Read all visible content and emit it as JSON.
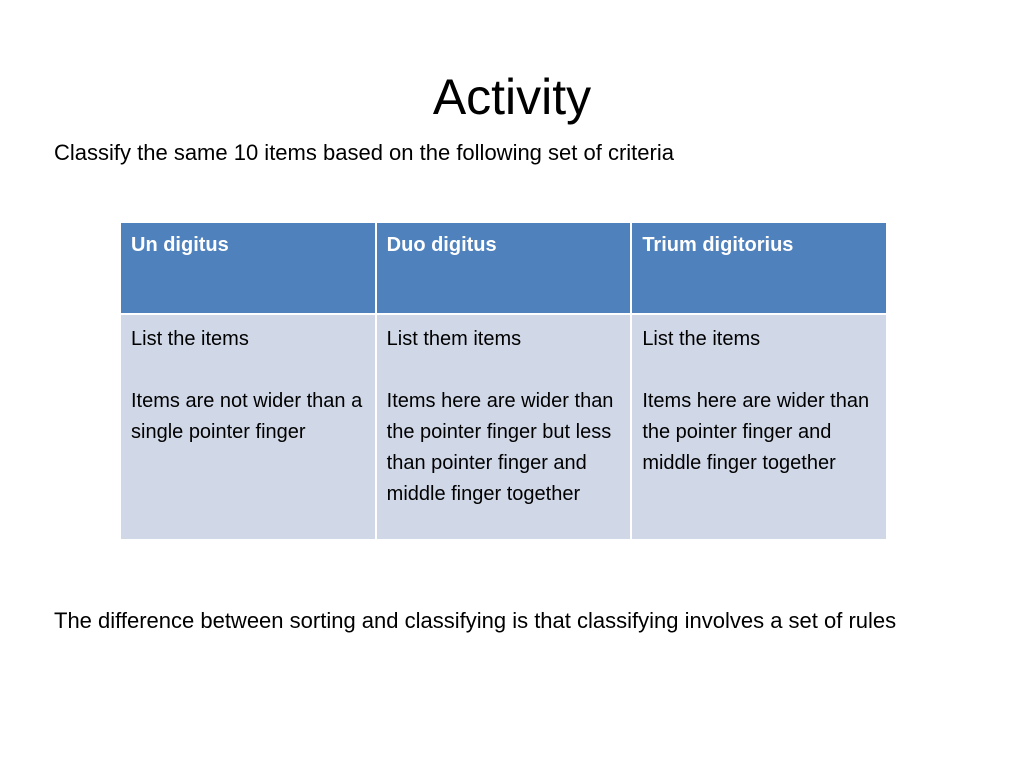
{
  "slide": {
    "title": "Activity",
    "intro": "Classify the same 10 items based on the following set of criteria",
    "table": {
      "headers": [
        "Un digitus",
        "Duo digitus",
        "Trium digitorius"
      ],
      "rows": [
        {
          "list_text": [
            "List the items",
            "List them items",
            "List the items"
          ],
          "description": [
            "Items are not wider than a single pointer finger",
            "Items here are wider than the pointer finger but less than pointer finger and middle finger together",
            "Items here are wider than the pointer finger and middle finger together"
          ]
        }
      ]
    },
    "footer": "The difference between sorting and classifying is that classifying involves a set of rules"
  },
  "colors": {
    "header_fill": "#4f81bd",
    "body_fill": "#d0d8e8",
    "header_text": "#ffffff",
    "text": "#000000"
  }
}
